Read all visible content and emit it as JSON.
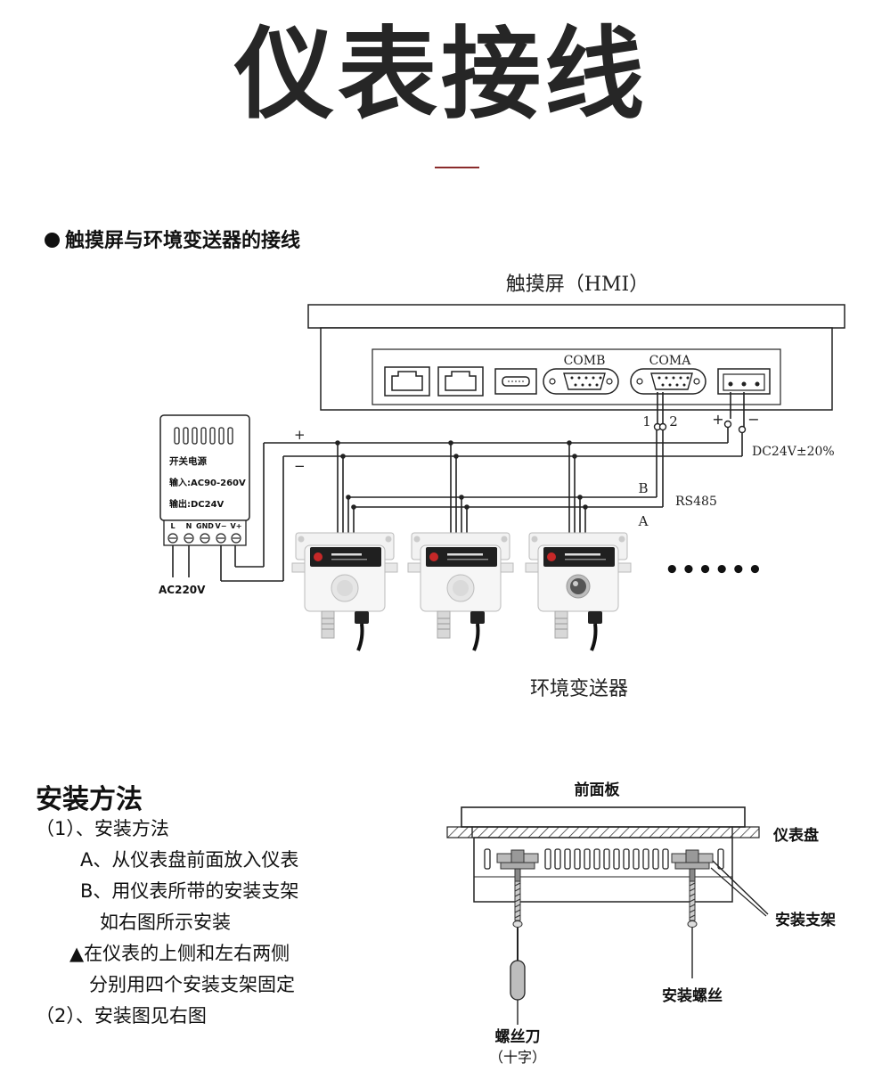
{
  "title": "仪表接线",
  "section_heading": "触摸屏与环境变送器的接线",
  "hmi": {
    "caption": "触摸屏（HMI）",
    "port_comb": "COMB",
    "port_coma": "COMA",
    "pin_1": "1",
    "pin_2": "2",
    "plus": "+",
    "minus": "−",
    "dc_spec": "DC24V±20%"
  },
  "power_supply": {
    "name": "开关电源",
    "input": "输入:AC90-260V",
    "output": "输出:DC24V",
    "terminals": [
      "L",
      "N",
      "GND",
      "V−",
      "V+"
    ],
    "ac_label": "AC220V",
    "plus": "+",
    "minus": "−"
  },
  "bus": {
    "b": "B",
    "a": "A",
    "rs485": "RS485"
  },
  "transmitters": {
    "caption": "环境变送器",
    "more": "••••••"
  },
  "install": {
    "heading": "安装方法",
    "lines": [
      "（1）、安装方法",
      "A、从仪表盘前面放入仪表",
      "B、用仪表所带的安装支架",
      "如右图所示安装",
      "▲在仪表的上侧和左右两侧",
      "分别用四个安装支架固定",
      "（2）、安装图见右图"
    ],
    "diagram": {
      "front_panel": "前面板",
      "meter_panel": "仪表盘",
      "bracket": "安装支架",
      "screw": "安装螺丝",
      "screwdriver": "螺丝刀",
      "screwdriver_type": "（十字）"
    }
  }
}
